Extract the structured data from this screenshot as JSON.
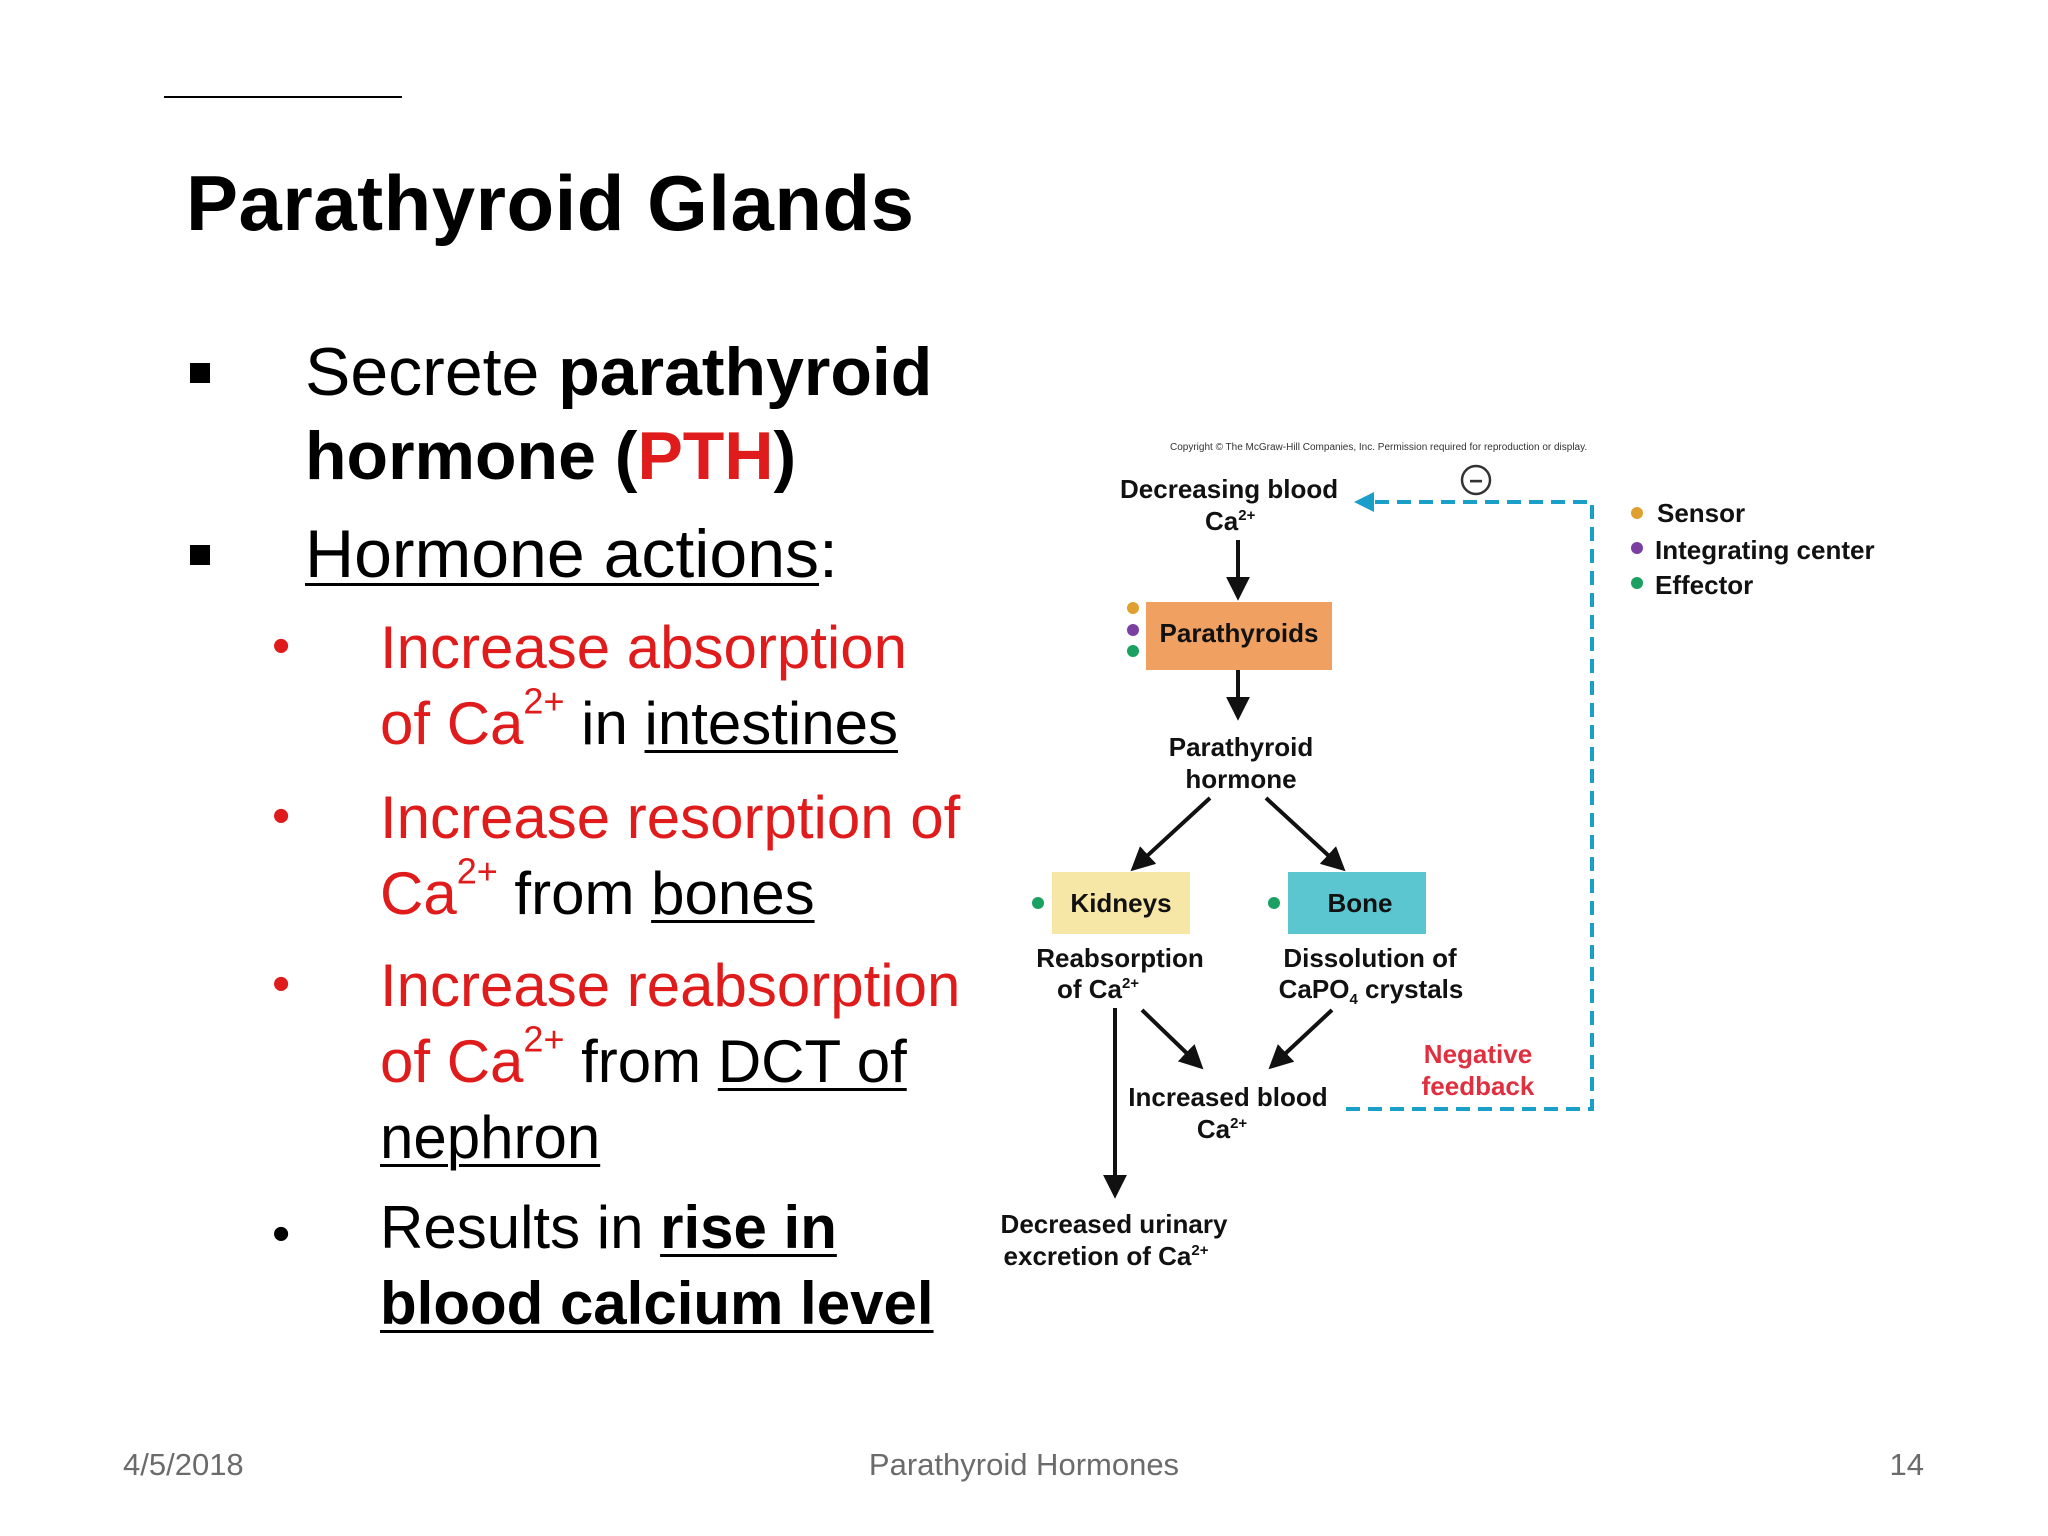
{
  "slide": {
    "title": "Parathyroid Glands",
    "bullet1": {
      "pre": "Secrete ",
      "bold": "parathyroid",
      "bold2": "hormone (",
      "red": "PTH",
      "close": ")"
    },
    "bullet2": {
      "text": "Hormone actions",
      "colon": ":"
    },
    "sub1": {
      "line1": "Increase absorption",
      "of": "of Ca",
      "sup": "2+",
      "in": " in ",
      "target": "intestines"
    },
    "sub2": {
      "line1": "Increase resorption of",
      "ca": "Ca",
      "sup": "2+",
      "from": " from ",
      "target": "bones"
    },
    "sub3": {
      "line1": "Increase reabsorption",
      "of": "of Ca",
      "sup": "2+",
      "from": " from ",
      "target": "DCT of",
      "target2": "nephron"
    },
    "sub4": {
      "pre": "Results in ",
      "bold": "rise in",
      "bold2": "blood calcium level"
    },
    "bullet_dot": "•"
  },
  "diagram": {
    "copyright": "Copyright © The McGraw-Hill Companies, Inc. Permission required for reproduction or display.",
    "decreasing": "Decreasing blood",
    "ca": "Ca",
    "sup": "2+",
    "parathyroids": "Parathyroids",
    "hormone1": "Parathyroid",
    "hormone2": "hormone",
    "kidneys": "Kidneys",
    "bone": "Bone",
    "reabs1": "Reabsorption",
    "reabs2": "of Ca",
    "diss1": "Dissolution of",
    "diss2a": "CaPO",
    "diss2sub": "4",
    "diss2b": " crystals",
    "increased": "Increased blood",
    "urinary1": "Decreased urinary",
    "urinary2": "excretion of Ca",
    "neg1": "Negative",
    "neg2": "feedback",
    "minus": "−",
    "legend": [
      {
        "label": "Sensor",
        "color": "#e0a030"
      },
      {
        "label": "Integrating center",
        "color": "#7a3fa0"
      },
      {
        "label": "Effector",
        "color": "#1aa060"
      }
    ],
    "colors": {
      "parathyroids": "#f0a060",
      "kidneys": "#f6e7a6",
      "bone": "#5cc6d0",
      "dashed": "#1aa0c8",
      "negative": "#e03040"
    }
  },
  "footer": {
    "date": "4/5/2018",
    "center": "Parathyroid  Hormones",
    "page": "14"
  }
}
